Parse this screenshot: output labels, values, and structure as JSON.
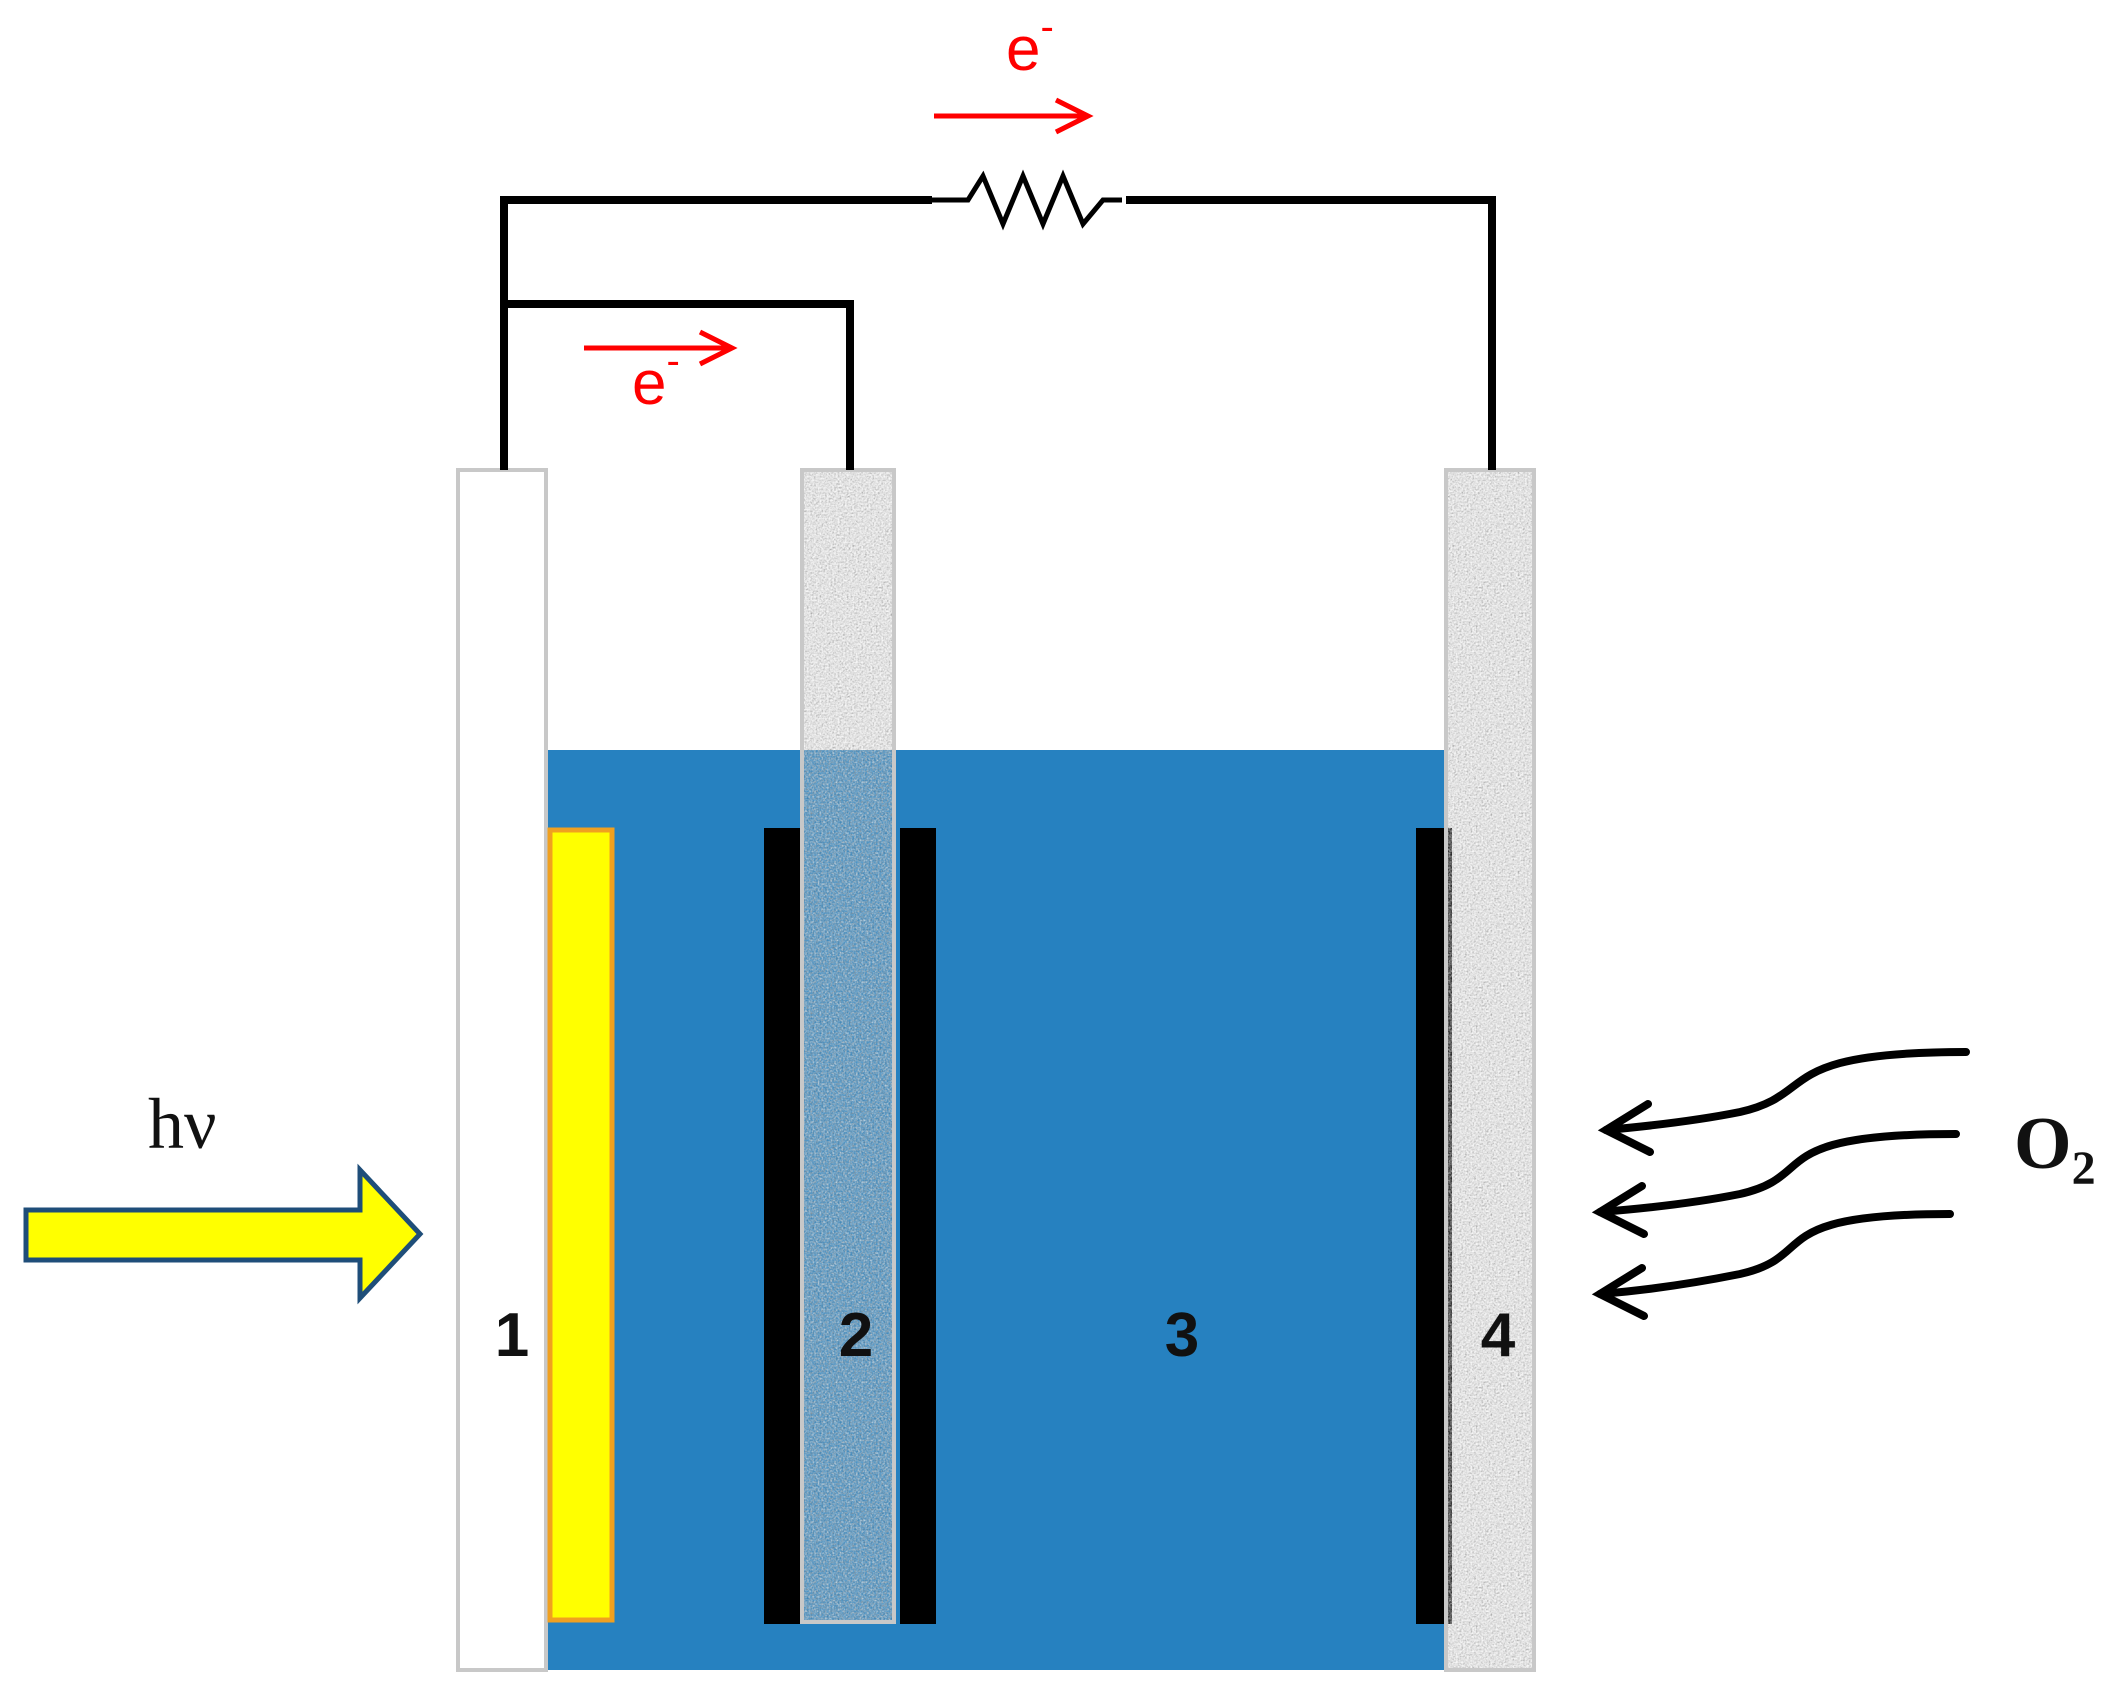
{
  "labels": {
    "electrode_1": "1",
    "electrode_2": "2",
    "electrolyte_3": "3",
    "electrode_4": "4",
    "light": "hν",
    "electron_base": "e",
    "electron_sup": "-",
    "oxygen_base": "O",
    "oxygen_sub": "2"
  },
  "colors": {
    "electrolyte": "#2681c0",
    "photoactive_layer": "#ffff00",
    "photoactive_border": "#f0a020",
    "electron_arrow": "#ff0000",
    "light_arrow_fill": "#ffff00",
    "light_arrow_stroke": "#1f4e79",
    "wire": "#000000",
    "catalyst_layer": "#000000",
    "porous_electrode": "#b8b8b8"
  }
}
